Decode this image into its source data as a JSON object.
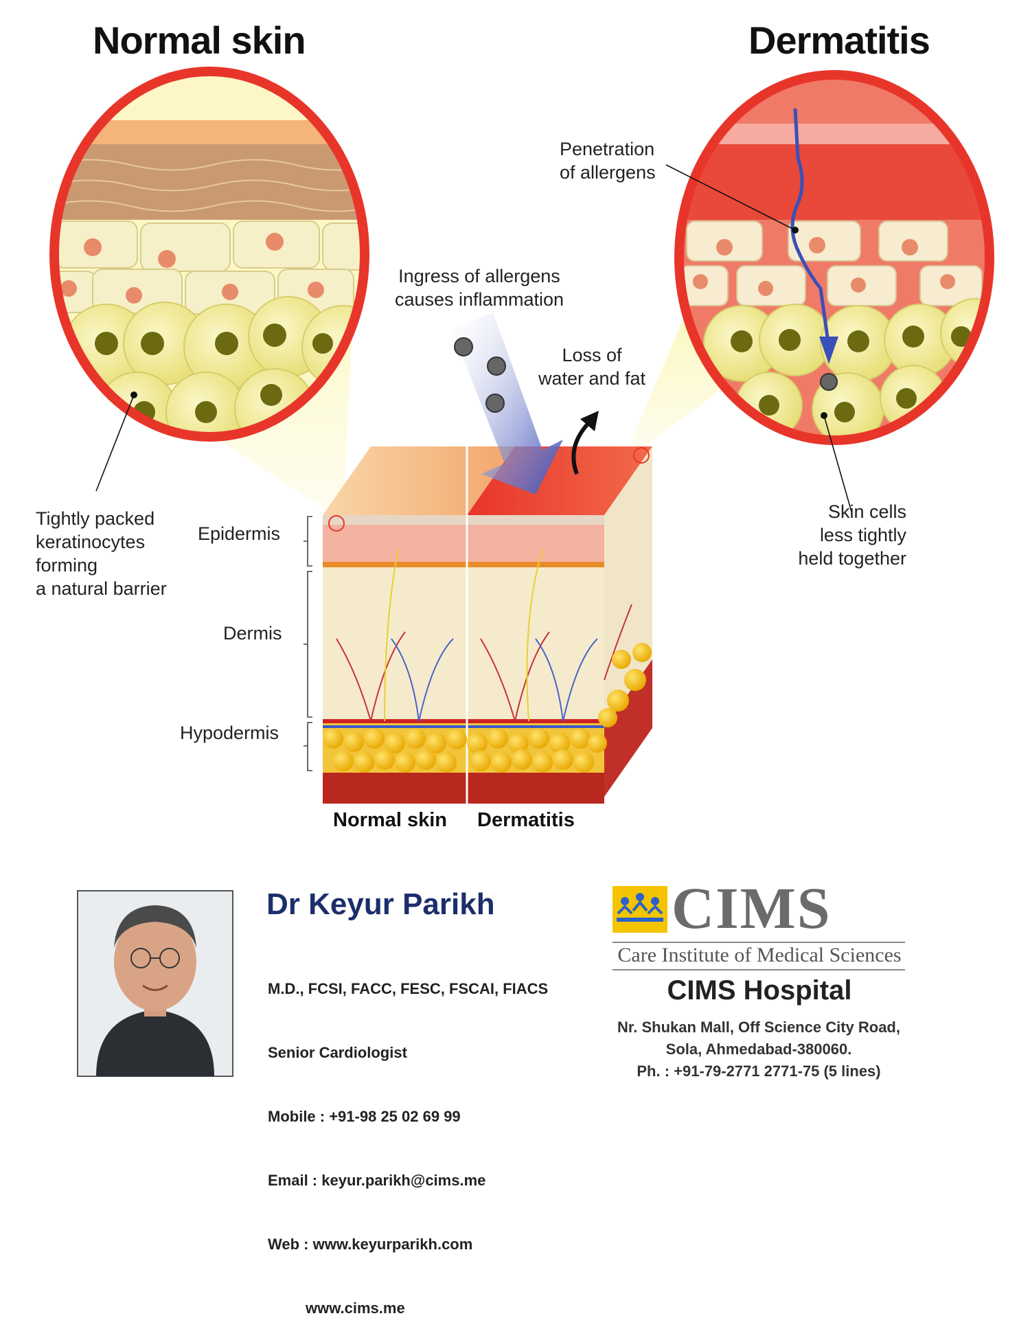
{
  "titles": {
    "left": "Normal skin",
    "right": "Dermatitis"
  },
  "labels": {
    "penetration": [
      "Penetration",
      "of allergens"
    ],
    "ingress": [
      "Ingress of allergens",
      "causes inflammation"
    ],
    "loss": [
      "Loss of",
      "water and fat"
    ],
    "tightly": [
      "Tightly packed",
      "keratinocytes",
      "forming",
      "a natural barrier"
    ],
    "less_tightly": [
      "Skin cells",
      "less  tightly",
      "held together"
    ],
    "layers": {
      "epidermis": "Epidermis",
      "dermis": "Dermis",
      "hypodermis": "Hypodermis"
    },
    "bottom": {
      "normal": "Normal skin",
      "dermatitis": "Dermatitis"
    }
  },
  "contact": {
    "name": "Dr Keyur Parikh",
    "lines": [
      "M.D., FCSI, FACC, FESC, FSCAI, FIACS",
      "Senior Cardiologist",
      "Mobile : +91-98 25 02 69 99",
      "Email : keyur.parikh@cims.me",
      "Web : www.keyurparikh.com",
      "         www.cims.me"
    ]
  },
  "hospital": {
    "logo_text": "CIMS",
    "logo_subtitle": "Care Institute of Medical Sciences",
    "name": "CIMS Hospital",
    "address": [
      "Nr. Shukan Mall, Off Science City Road,",
      "Sola, Ahmedabad-380060.",
      "Ph. : +91-79-2771 2771-75 (5 lines)"
    ]
  },
  "colors": {
    "circle_border": "#e8352a",
    "allergen_arrow": "#3b4fb8",
    "doctor_name": "#1c2e6b",
    "logo_yellow": "#f5c400",
    "logo_blue": "#2a62c9"
  }
}
